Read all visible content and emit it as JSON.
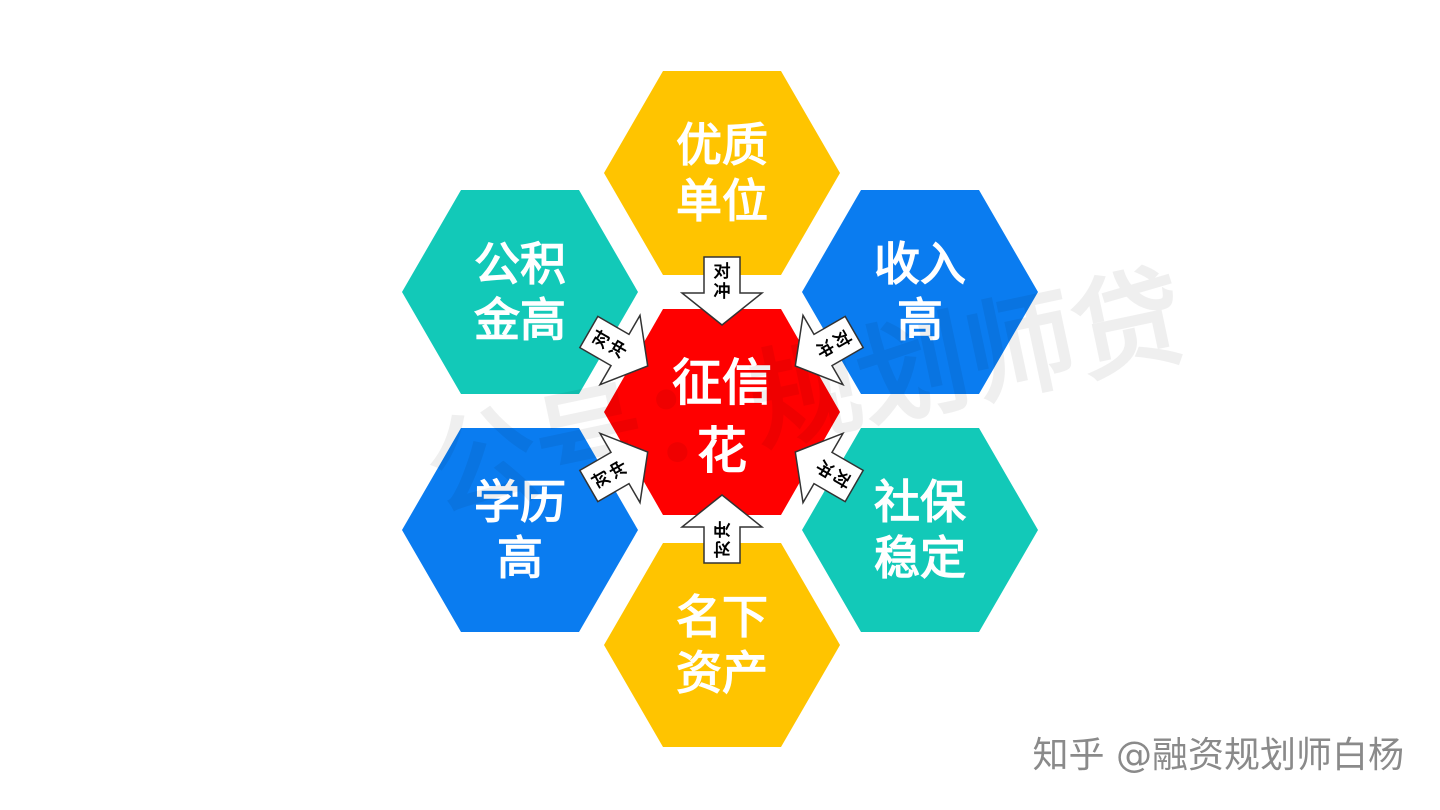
{
  "center": {
    "lines": [
      "征信",
      "花"
    ],
    "color": "#ff0000"
  },
  "petals": [
    {
      "id": "top",
      "lines": [
        "优质",
        "单位"
      ],
      "color": "#ffc400"
    },
    {
      "id": "upper-right",
      "lines": [
        "收入",
        "高"
      ],
      "color": "#0a7cf0"
    },
    {
      "id": "lower-right",
      "lines": [
        "社保",
        "稳定"
      ],
      "color": "#12c9b8"
    },
    {
      "id": "bottom",
      "lines": [
        "名下",
        "资产"
      ],
      "color": "#ffc400"
    },
    {
      "id": "lower-left",
      "lines": [
        "学历",
        "高"
      ],
      "color": "#0a7cf0"
    },
    {
      "id": "upper-left",
      "lines": [
        "公积",
        "金高"
      ],
      "color": "#12c9b8"
    }
  ],
  "arrow_label": [
    "对",
    "冲"
  ],
  "watermark": "公号：规划师贷",
  "footer": "知乎 @融资规划师白杨"
}
